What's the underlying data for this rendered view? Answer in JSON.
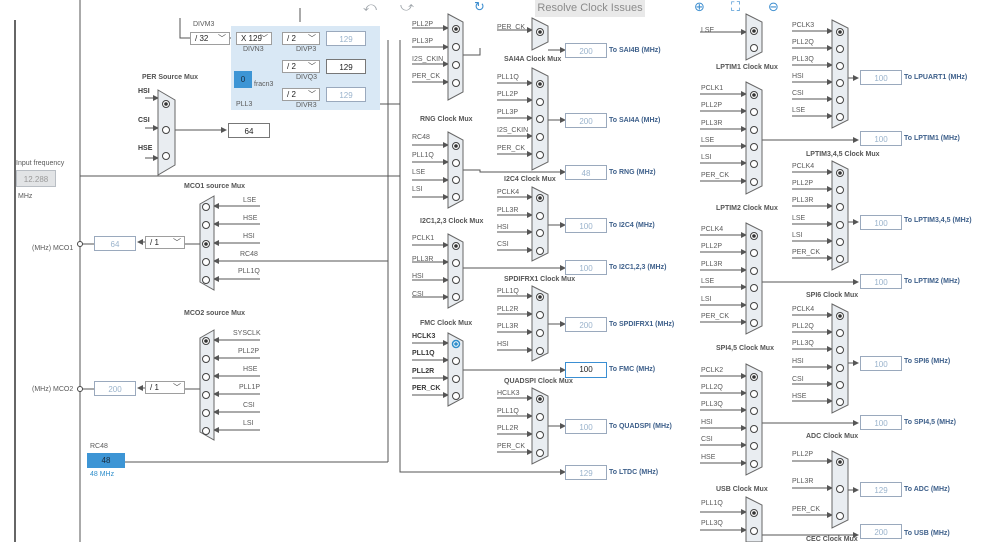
{
  "toolbar": {
    "undo_icon": "undo-icon",
    "redo_icon": "redo-icon",
    "refresh_icon": "refresh-icon",
    "resolve_label": "Resolve Clock Issues",
    "zoom_in_icon": "zoom-in-icon",
    "fit_icon": "fit-icon",
    "zoom_out_icon": "zoom-out-icon"
  },
  "input_frequency": {
    "label": "Input frequency",
    "value": "12.288",
    "unit": "MHz"
  },
  "pll3": {
    "divm3_label": "DIVM3",
    "divm3_value": "/ 32",
    "divn3_label": "DIVN3",
    "divn3_value": "X 129",
    "divp3_label": "DIVP3",
    "divp3_value": "/ 2",
    "divq3_label": "DIVQ3",
    "divq3_value": "/ 2",
    "divr3_label": "DIVR3",
    "divr3_value": "/ 2",
    "fracn_value": "0",
    "fracn_label": "fracn3",
    "pll3_label": "PLL3",
    "p_out": "129",
    "q_out": "129",
    "r_out": "129"
  },
  "per_mux": {
    "title": "PER Source Mux",
    "inputs": [
      "HSI",
      "CSI",
      "HSE"
    ],
    "output": "64"
  },
  "mco1": {
    "title": "MCO1 source Mux",
    "inputs": [
      "LSE",
      "HSE",
      "HSI",
      "RC48",
      "PLL1Q"
    ],
    "prescaler": "/ 1",
    "value": "64",
    "label": "(MHz) MCO1"
  },
  "mco2": {
    "title": "MCO2 source Mux",
    "inputs": [
      "SYSCLK",
      "PLL2P",
      "HSE",
      "PLL1P",
      "CSI",
      "LSI"
    ],
    "prescaler": "/ 1",
    "value": "200",
    "label": "(MHz) MCO2"
  },
  "rc48": {
    "label": "RC48",
    "value": "48",
    "sub": "48 MHz"
  },
  "middle_column": {
    "top_mux_inputs": [
      "PLL2P",
      "PLL3P",
      "I2S_CKIN",
      "PER_CK"
    ],
    "rng": {
      "title": "RNG Clock Mux",
      "inputs": [
        "RC48",
        "PLL1Q",
        "LSE",
        "LSI"
      ]
    },
    "i2c123": {
      "title": "I2C1,2,3 Clock Mux",
      "inputs": [
        "PCLK1",
        "PLL3R",
        "HSI",
        "CSI"
      ]
    },
    "fmc": {
      "title": "FMC Clock Mux",
      "inputs": [
        "HCLK3",
        "PLL1Q",
        "PLL2R",
        "PER_CK"
      ]
    }
  },
  "right_center": {
    "sai4b": {
      "inputs": [
        "PER_CK"
      ],
      "value": "200",
      "output": "To SAI4B (MHz)"
    },
    "sai4a": {
      "title": "SAI4A Clock Mux",
      "inputs": [
        "PLL1Q",
        "PLL2P",
        "PLL3P",
        "I2S_CKIN",
        "PER_CK"
      ],
      "value": "200",
      "output": "To SAI4A (MHz)"
    },
    "rng": {
      "value": "48",
      "output": "To RNG (MHz)"
    },
    "i2c4": {
      "title": "I2C4 Clock Mux",
      "inputs": [
        "PCLK4",
        "PLL3R",
        "HSI",
        "CSI"
      ],
      "value": "100",
      "output": "To I2C4 (MHz)"
    },
    "i2c123": {
      "value": "100",
      "output": "To I2C1,2,3 (MHz)"
    },
    "spdifrx1": {
      "title": "SPDIFRX1 Clock Mux",
      "inputs": [
        "PLL1Q",
        "PLL2R",
        "PLL3R",
        "HSI"
      ],
      "value": "200",
      "output": "To SPDIFRX1 (MHz)"
    },
    "fmc": {
      "value": "100",
      "output": "To FMC (MHz)"
    },
    "quadspi": {
      "title": "QUADSPI Clock Mux",
      "inputs": [
        "HCLK3",
        "PLL1Q",
        "PLL2R",
        "PER_CK"
      ],
      "value": "100",
      "output": "To QUADSPI (MHz)"
    },
    "ltdc": {
      "value": "129",
      "output": "To LTDC (MHz)"
    }
  },
  "far_left_column": {
    "top_inputs": [
      "LSE"
    ],
    "lptim1": {
      "title": "LPTIM1 Clock Mux",
      "inputs": [
        "PCLK1",
        "PLL2P",
        "PLL3R",
        "LSE",
        "LSI",
        "PER_CK"
      ]
    },
    "lptim2": {
      "title": "LPTIM2 Clock Mux",
      "inputs": [
        "PCLK4",
        "PLL2P",
        "PLL3R",
        "LSE",
        "LSI",
        "PER_CK"
      ]
    },
    "spi45": {
      "title": "SPI4,5 Clock Mux",
      "inputs": [
        "PCLK2",
        "PLL2Q",
        "PLL3Q",
        "HSI",
        "CSI",
        "HSE"
      ]
    },
    "usb": {
      "title": "USB Clock Mux",
      "inputs": [
        "PLL1Q",
        "PLL3Q"
      ]
    }
  },
  "far_right_column": {
    "lpuart1": {
      "inputs": [
        "PCLK3",
        "PLL2Q",
        "PLL3Q",
        "HSI",
        "CSI",
        "LSE"
      ],
      "value": "100",
      "output": "To LPUART1 (MHz)"
    },
    "lptim1": {
      "value": "100",
      "output": "To LPTIM1 (MHz)"
    },
    "lptim345": {
      "title": "LPTIM3,4,5 Clock Mux",
      "inputs": [
        "PCLK4",
        "PLL2P",
        "PLL3R",
        "LSE",
        "LSI",
        "PER_CK"
      ],
      "value": "100",
      "output": "To LPTIM3,4,5 (MHz)"
    },
    "lptim2": {
      "value": "100",
      "output": "To LPTIM2 (MHz)"
    },
    "spi6": {
      "title": "SPI6 Clock Mux",
      "inputs": [
        "PCLK4",
        "PLL2Q",
        "PLL3Q",
        "HSI",
        "CSI",
        "HSE"
      ],
      "value": "100",
      "output": "To SPI6 (MHz)"
    },
    "spi45": {
      "value": "100",
      "output": "To SPI4,5 (MHz)"
    },
    "adc": {
      "title": "ADC Clock Mux",
      "inputs": [
        "PLL2P",
        "PLL3R",
        "PER_CK"
      ],
      "value": "129",
      "output": "To ADC (MHz)"
    },
    "usb": {
      "value": "200",
      "output": "To USB (MHz)"
    },
    "cec": {
      "title": "CEC Clock Mux"
    }
  }
}
